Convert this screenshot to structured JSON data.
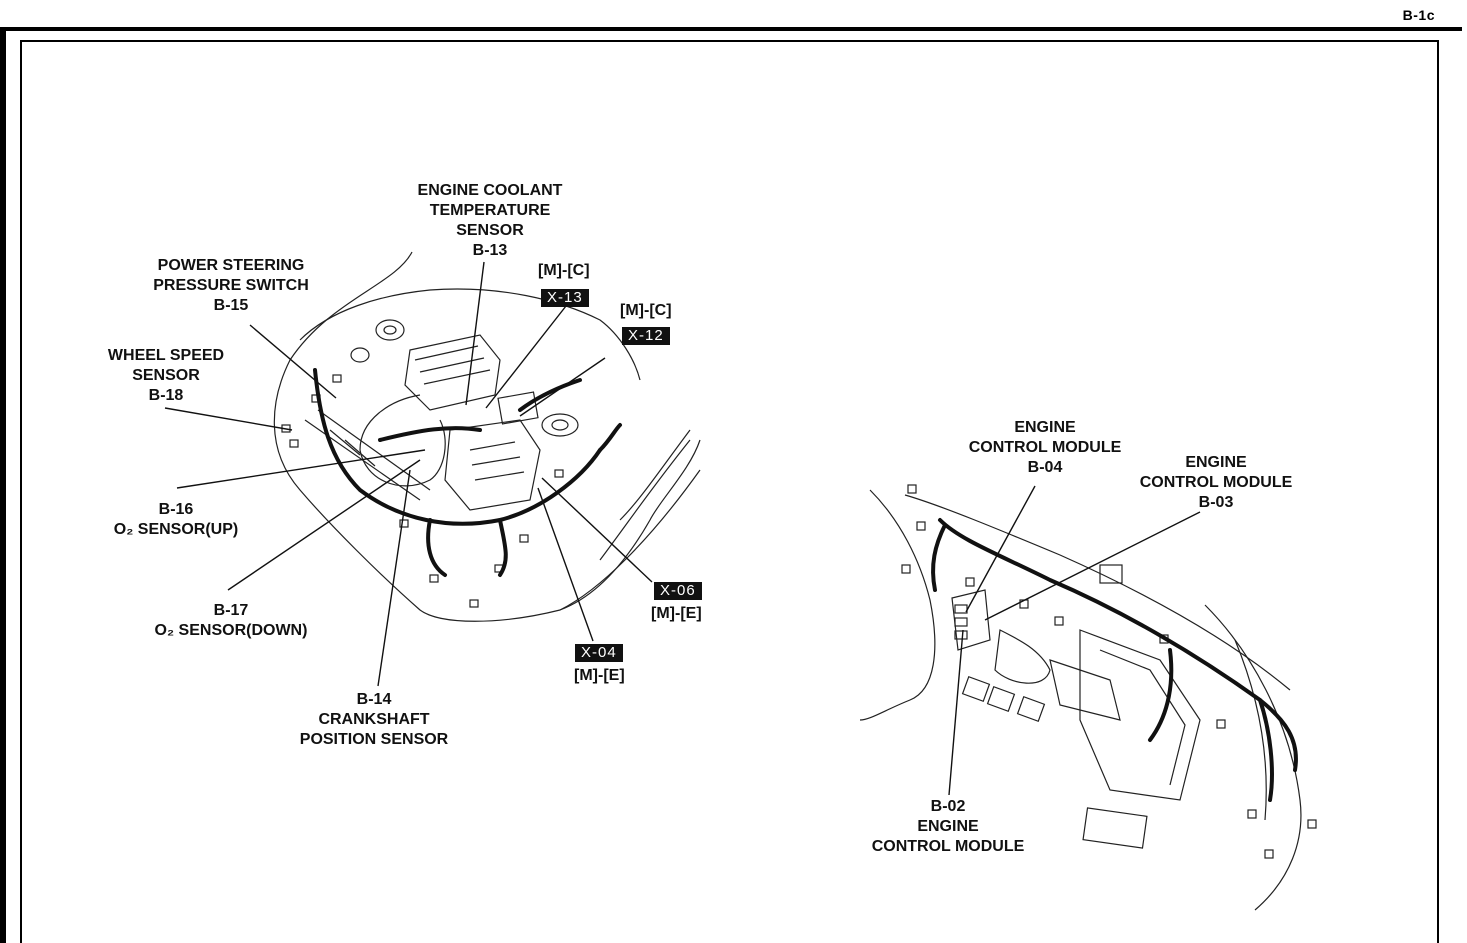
{
  "page_id": "B-1c",
  "labels": {
    "ect_line1": "ENGINE COOLANT",
    "ect_line2": "TEMPERATURE",
    "ect_line3": "SENSOR",
    "ect_code": "B-13",
    "ps_line1": "POWER STEERING",
    "ps_line2": "PRESSURE SWITCH",
    "ps_code": "B-15",
    "ws_line1": "WHEEL SPEED",
    "ws_line2": "SENSOR",
    "ws_code": "B-18",
    "o2up_code": "B-16",
    "o2up_name": "O₂ SENSOR(UP)",
    "o2down_code": "B-17",
    "o2down_name": "O₂ SENSOR(DOWN)",
    "ckp_code": "B-14",
    "ckp_line1": "CRANKSHAFT",
    "ckp_line2": "POSITION SENSOR",
    "ecm04_line1": "ENGINE",
    "ecm04_line2": "CONTROL MODULE",
    "ecm04_code": "B-04",
    "ecm03_line1": "ENGINE",
    "ecm03_line2": "CONTROL MODULE",
    "ecm03_code": "B-03",
    "ecm02_code": "B-02",
    "ecm02_line1": "ENGINE",
    "ecm02_line2": "CONTROL MODULE"
  },
  "connectors": {
    "x13_code": "[M]-[C]",
    "x13_tag": "X-13",
    "x12_code": "[M]-[C]",
    "x12_tag": "X-12",
    "x06_tag": "X-06",
    "x06_code": "[M]-[E]",
    "x04_tag": "X-04",
    "x04_code": "[M]-[E]"
  }
}
